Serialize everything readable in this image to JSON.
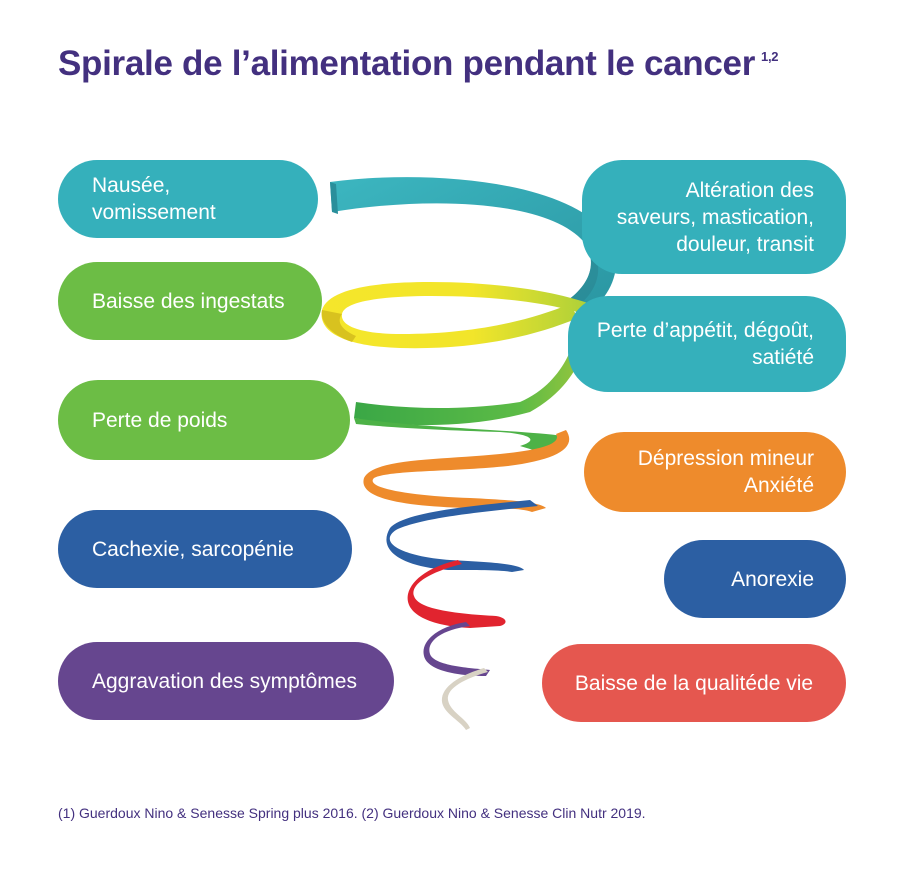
{
  "title": "Spirale de l’alimentation pendant le cancer",
  "title_superscript": "1,2",
  "left_boxes": [
    {
      "line1": "Nausée,",
      "line2": "vomissement",
      "color": "#35b0bb"
    },
    {
      "line1": "Baisse des ingestats",
      "line2": "",
      "color": "#6cbd45"
    },
    {
      "line1": "Perte de poids",
      "line2": "",
      "color": "#6cbd45"
    },
    {
      "line1": "Cachexie, sarcopénie",
      "line2": "",
      "color": "#2c5fa3"
    },
    {
      "line1": "Aggravation des symptômes",
      "line2": "",
      "color": "#66468f"
    }
  ],
  "right_boxes": [
    {
      "line1": "Altération des",
      "line2": "saveurs, mastication,",
      "line3": "douleur, transit",
      "color": "#35b0bb"
    },
    {
      "line1": "Perte d’appétit, dégoût,",
      "line2": "satiété",
      "line3": "",
      "color": "#35b0bb"
    },
    {
      "line1": "Dépression mineur",
      "line2": "Anxiété",
      "line3": "",
      "color": "#ee8b2c"
    },
    {
      "line1": "Anorexie",
      "line2": "",
      "line3": "",
      "color": "#2c5fa3"
    },
    {
      "line1": "Baisse de la qualitéde vie",
      "line2": "",
      "line3": "",
      "color": "#e5574f"
    }
  ],
  "spiral_colors": [
    "#35b0bb",
    "#f2e52a",
    "#5cbb46",
    "#ee8b2c",
    "#2c5fa3",
    "#e1242f",
    "#66468f",
    "#d8d2c4"
  ],
  "footer": "(1) Guerdoux Nino & Senesse Spring plus 2016. (2) Guerdoux Nino & Senesse Clin Nutr 2019."
}
